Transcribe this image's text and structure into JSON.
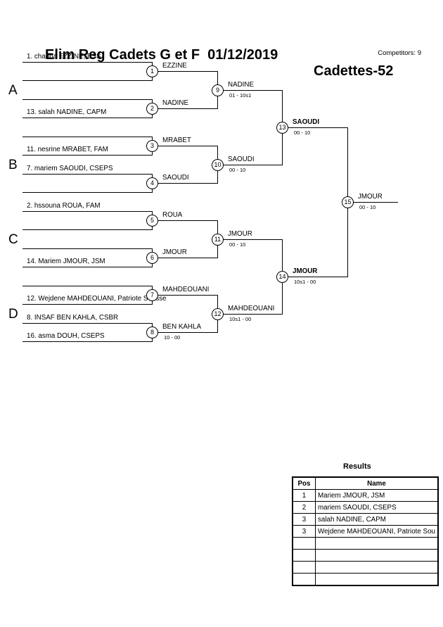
{
  "title": {
    "event": "Elim Reg Cadets G et F  01/12/2019",
    "category": "Cadettes-52"
  },
  "competitors": "Competitors: 9",
  "pools": [
    "A",
    "B",
    "C",
    "D"
  ],
  "entries": [
    "1. chadha EZZINE, ESS",
    "13. salah NADINE, CAPM",
    "11. nesrine MRABET, FAM",
    "7. mariem SAOUDI, CSEPS",
    "2. hssouna ROUA, FAM",
    "14. Mariem JMOUR, JSM",
    "12. Wejdene MAHDEOUANI, Patriote Sousse",
    "8. INSAF BEN KAHLA, CSBR",
    "16. asma DOUH, CSEPS"
  ],
  "matches": {
    "m1": {
      "num": "1",
      "winner": "EZZINE",
      "score": ""
    },
    "m2": {
      "num": "2",
      "winner": "NADINE",
      "score": ""
    },
    "m3": {
      "num": "3",
      "winner": "MRABET",
      "score": ""
    },
    "m4": {
      "num": "4",
      "winner": "SAOUDI",
      "score": ""
    },
    "m5": {
      "num": "5",
      "winner": "ROUA",
      "score": ""
    },
    "m6": {
      "num": "6",
      "winner": "JMOUR",
      "score": ""
    },
    "m7": {
      "num": "7",
      "winner": "MAHDEOUANI",
      "score": ""
    },
    "m8": {
      "num": "8",
      "winner": "BEN KAHLA",
      "score": "10 - 00"
    },
    "m9": {
      "num": "9",
      "winner": "NADINE",
      "score": "01 - 10s1"
    },
    "m10": {
      "num": "10",
      "winner": "SAOUDI",
      "score": "00 - 10"
    },
    "m11": {
      "num": "11",
      "winner": "JMOUR",
      "score": "00 - 10"
    },
    "m12": {
      "num": "12",
      "winner": "MAHDEOUANI",
      "score": "10s1 - 00"
    },
    "m13": {
      "num": "13",
      "winner": "SAOUDI",
      "score": "00 - 10"
    },
    "m14": {
      "num": "14",
      "winner": "JMOUR",
      "score": "10s1 - 00"
    },
    "m15": {
      "num": "15",
      "winner": "JMOUR",
      "score": "00 - 10"
    }
  },
  "results": {
    "title": "Results",
    "headers": {
      "pos": "Pos",
      "name": "Name"
    },
    "rows": [
      {
        "pos": "1",
        "name": "Mariem JMOUR, JSM"
      },
      {
        "pos": "2",
        "name": "mariem SAOUDI, CSEPS"
      },
      {
        "pos": "3",
        "name": "salah NADINE, CAPM"
      },
      {
        "pos": "3",
        "name": "Wejdene MAHDEOUANI, Patriote Sou"
      },
      {
        "pos": "",
        "name": ""
      },
      {
        "pos": "",
        "name": ""
      },
      {
        "pos": "",
        "name": ""
      },
      {
        "pos": "",
        "name": ""
      }
    ]
  }
}
